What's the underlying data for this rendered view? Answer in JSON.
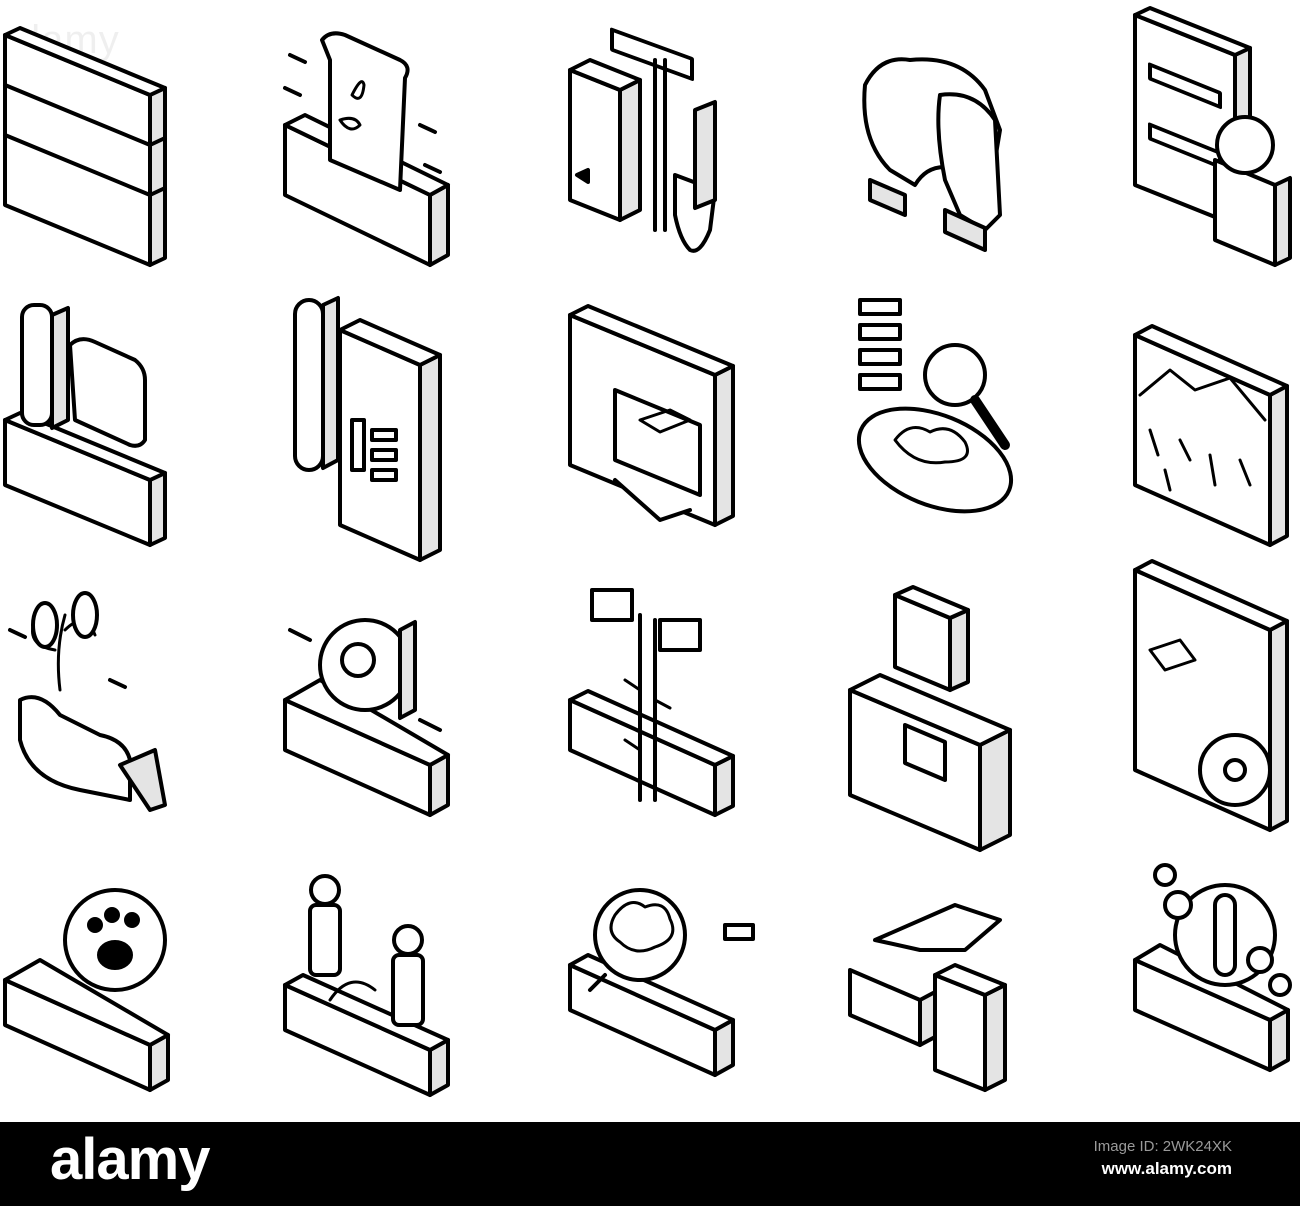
{
  "watermark": "alamy",
  "footer": {
    "logo": "alamy",
    "image_id_label": "Image ID: 2WK24XK",
    "url": "www.alamy.com"
  },
  "stroke_color": "#000000",
  "background_color": "#ffffff",
  "footer_color": "#000000",
  "icons": [
    "stone-wall-icon",
    "fertilizer-bag-icon",
    "garden-tools-icon",
    "hands-holding-soil-icon",
    "soil-report-document-icon",
    "soil-probe-sample-icon",
    "test-tube-analysis-icon",
    "computer-monitor-icon",
    "soil-magnifier-search-icon",
    "rock-layers-icon",
    "plant-in-hand-icon",
    "soil-sample-circle-icon",
    "soil-drill-icon",
    "soil-analyzer-device-icon",
    "soil-microbe-report-icon",
    "paw-print-soil-icon",
    "researchers-field-icon",
    "soil-organism-icon",
    "pipette-sample-icon",
    "bacteria-test-tube-icon"
  ]
}
